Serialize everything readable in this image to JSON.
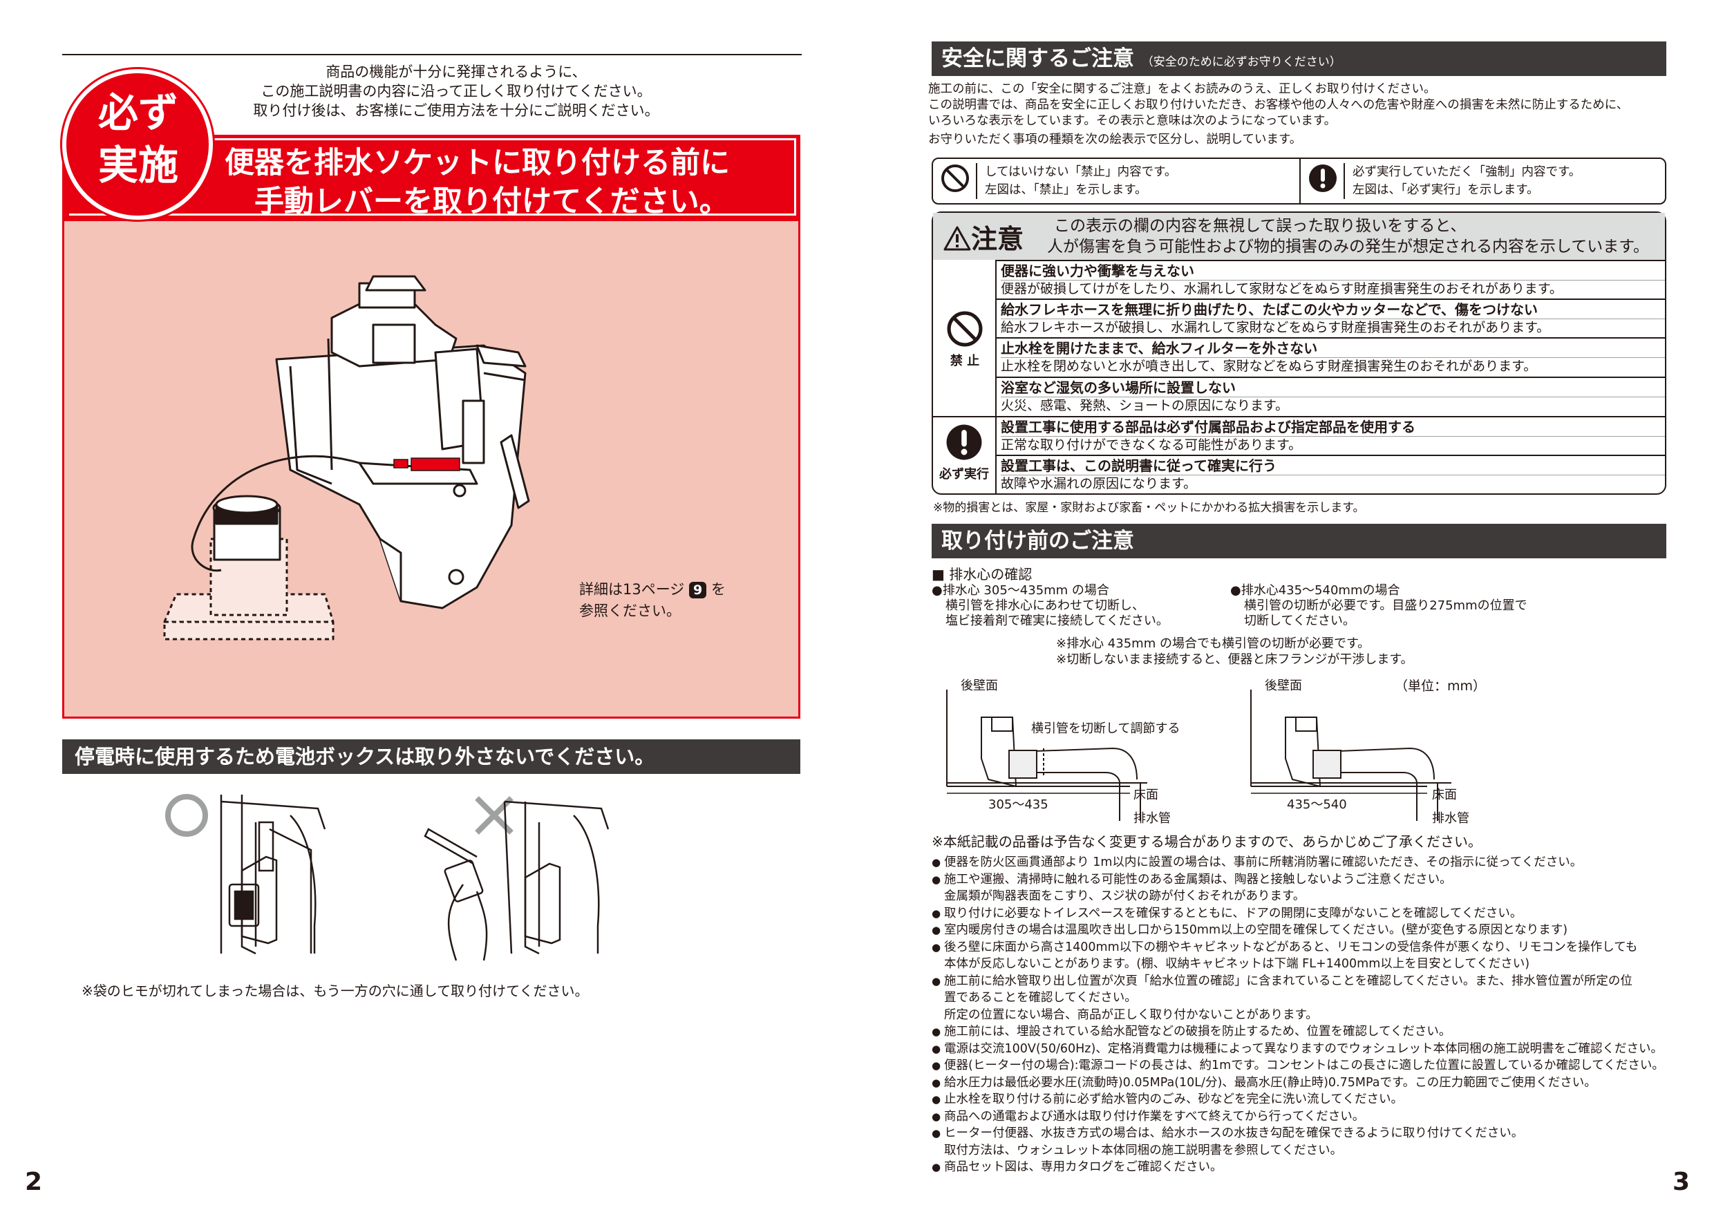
{
  "left_page": {
    "intro_lines": [
      "商品の機能が十分に発揮されるように、",
      "この施工説明書の内容に沿って正しく取り付けてください。",
      "取り付け後は、お客様にご使用方法を十分にご説明ください。"
    ],
    "seal_text": "必ず\n実施",
    "banner_text": "便器を排水ソケットに取り付ける前に\n　手動レバーを取り付けてください。",
    "detail_note_prefix": "詳細は13ページ",
    "detail_note_badge": "9",
    "detail_note_suffix": "を",
    "detail_note_line2": "参照ください。",
    "battery_heading": "停電時に使用するため電池ボックスは取り外さないでください。",
    "footnote": "※袋のヒモが切れてしまった場合は、もう一方の穴に通して取り付けてください。",
    "page_number": "2"
  },
  "right_page": {
    "safety_heading": "安全に関するご注意",
    "safety_heading_sub": "（安全のために必ずお守りください）",
    "safety_intro": [
      "施工の前に、この「安全に関するご注意」をよくお読みのうえ、正しくお取り付けください。",
      "この説明書では、商品を安全に正しくお取り付けいただき、お客様や他の人々への危害や財産への損害を未然に防止するために、",
      "いろいろな表示をしています。その表示と意味は次のようになっています。",
      "お守りいただく事項の種類を次の絵表示で区分し、説明しています。"
    ],
    "legend": {
      "prohibit_line1": "してはいけない「禁止」内容です。",
      "prohibit_line2": "左図は、「禁止」を示します。",
      "mandatory_line1": "必ず実行していただく「強制」内容です。",
      "mandatory_line2": "左図は、「必ず実行」を示します。"
    },
    "caution": {
      "word": "注意",
      "desc_line1": "この表示の欄の内容を無視して誤った取り扱いをすると、",
      "desc_line2": "人が傷害を負う可能性および物的損害のみの発生が想定される内容を示しています。",
      "prohibit_label": "禁 止",
      "mandatory_label": "必ず実行",
      "rows": [
        {
          "title": "便器に強い力や衝撃を与えない",
          "desc": "便器が破損してけがをしたり、水漏れして家財などをぬらす財産損害発生のおそれがあります。"
        },
        {
          "title": "給水フレキホースを無理に折り曲げたり、たばこの火やカッターなどで、傷をつけない",
          "desc": "給水フレキホースが破損し、水漏れして家財などをぬらす財産損害発生のおそれがあります。"
        },
        {
          "title": "止水栓を開けたままで、給水フィルターを外さない",
          "desc": "止水栓を閉めないと水が噴き出して、家財などをぬらす財産損害発生のおそれがあります。"
        },
        {
          "title": "浴室など湿気の多い場所に設置しない",
          "desc": "火災、感電、発熱、ショートの原因になります。"
        },
        {
          "title": "設置工事に使用する部品は必ず付属部品および指定部品を使用する",
          "desc": "正常な取り付けができなくなる可能性があります。"
        },
        {
          "title": "設置工事は、この説明書に従って確実に行う",
          "desc": "故障や水漏れの原因になります。"
        }
      ]
    },
    "property_note": "※物的損害とは、家屋・家財および家畜・ペットにかかわる拡大損害を示します。",
    "pre_install_heading": "取り付け前のご注意",
    "drain_heading": "■ 排水心の確認",
    "drain_a": [
      "●排水心 305〜435mm の場合",
      "横引管を排水心にあわせて切断し、",
      "塩ビ接着剤で確実に接続してください。"
    ],
    "drain_b": [
      "●排水心435〜540mmの場合",
      "横引管の切断が必要です。目盛り275mmの位置で",
      "切断してください。"
    ],
    "drain_notes": [
      "※排水心 435mm の場合でも横引管の切断が必要です。",
      "※切断しないまま接続すると、便器と床フランジが干渉します。"
    ],
    "unit": "（単位：mm）",
    "diagram_left": {
      "wall": "後壁面",
      "cut": "横引管を切断して調節する",
      "floor": "床面",
      "pipe": "排水管",
      "range": "305〜435"
    },
    "diagram_right": {
      "wall": "後壁面",
      "floor": "床面",
      "pipe": "排水管",
      "range": "435〜540"
    },
    "disclaimer": "※本紙記載の品番は予告なく変更する場合がありますので、あらかじめご了承ください。",
    "bullets": [
      {
        "text": "便器を防火区画貫通部より 1m以内に設置の場合は、事前に所轄消防署に確認いただき、その指示に従ってください。"
      },
      {
        "text": "施工や運搬、清掃時に触れる可能性のある金属類は、陶器と接触しないようご注意ください。",
        "cont": "金属類が陶器表面をこすり、スジ状の跡が付くおそれがあります。"
      },
      {
        "text": "取り付けに必要なトイレスペースを確保するとともに、ドアの開閉に支障がないことを確認してください。"
      },
      {
        "text": "室内暖房付きの場合は温風吹き出し口から150mm以上の空間を確保してください。(壁が変色する原因となります)"
      },
      {
        "text": "後ろ壁に床面から高さ1400mm以下の棚やキャビネットなどがあると、リモコンの受信条件が悪くなり、リモコンを操作しても",
        "cont": "本体が反応しないことがあります。(棚、収納キャビネットは下端 FL+1400mm以上を目安としてください)"
      },
      {
        "text": "施工前に給水管取り出し位置が次頁「給水位置の確認」に含まれていることを確認してください。また、排水管位置が所定の位",
        "cont": "置であることを確認してください。",
        "cont2": "所定の位置にない場合、商品が正しく取り付かないことがあります。"
      },
      {
        "text": "施工前には、埋設されている給水配管などの破損を防止するため、位置を確認してください。"
      },
      {
        "text": "電源は交流100V(50/60Hz)、定格消費電力は機種によって異なりますのでウォシュレット本体同梱の施工説明書をご確認ください。"
      },
      {
        "text": "便器(ヒーター付の場合):電源コードの長さは、約1mです。コンセントはこの長さに適した位置に設置しているか確認してください。"
      },
      {
        "text": "給水圧力は最低必要水圧(流動時)0.05MPa(10L/分)、最高水圧(静止時)0.75MPaです。この圧力範囲でご使用ください。"
      },
      {
        "text": "止水栓を取り付ける前に必ず給水管内のごみ、砂などを完全に洗い流してください。"
      },
      {
        "text": "商品への通電および通水は取り付け作業をすべて終えてから行ってください。"
      },
      {
        "text": "ヒーター付便器、水抜き方式の場合は、給水ホースの水抜き勾配を確保できるように取り付けてください。",
        "cont": "取付方法は、ウォシュレット本体同梱の施工説明書を参照してください。"
      },
      {
        "text": "商品セット図は、専用カタログをご確認ください。"
      }
    ],
    "page_number": "3"
  },
  "colors": {
    "red": "#e60012",
    "pink": "#f4c4b9",
    "dark_bar": "#3e3a39",
    "gray_head": "#dcdddd"
  }
}
